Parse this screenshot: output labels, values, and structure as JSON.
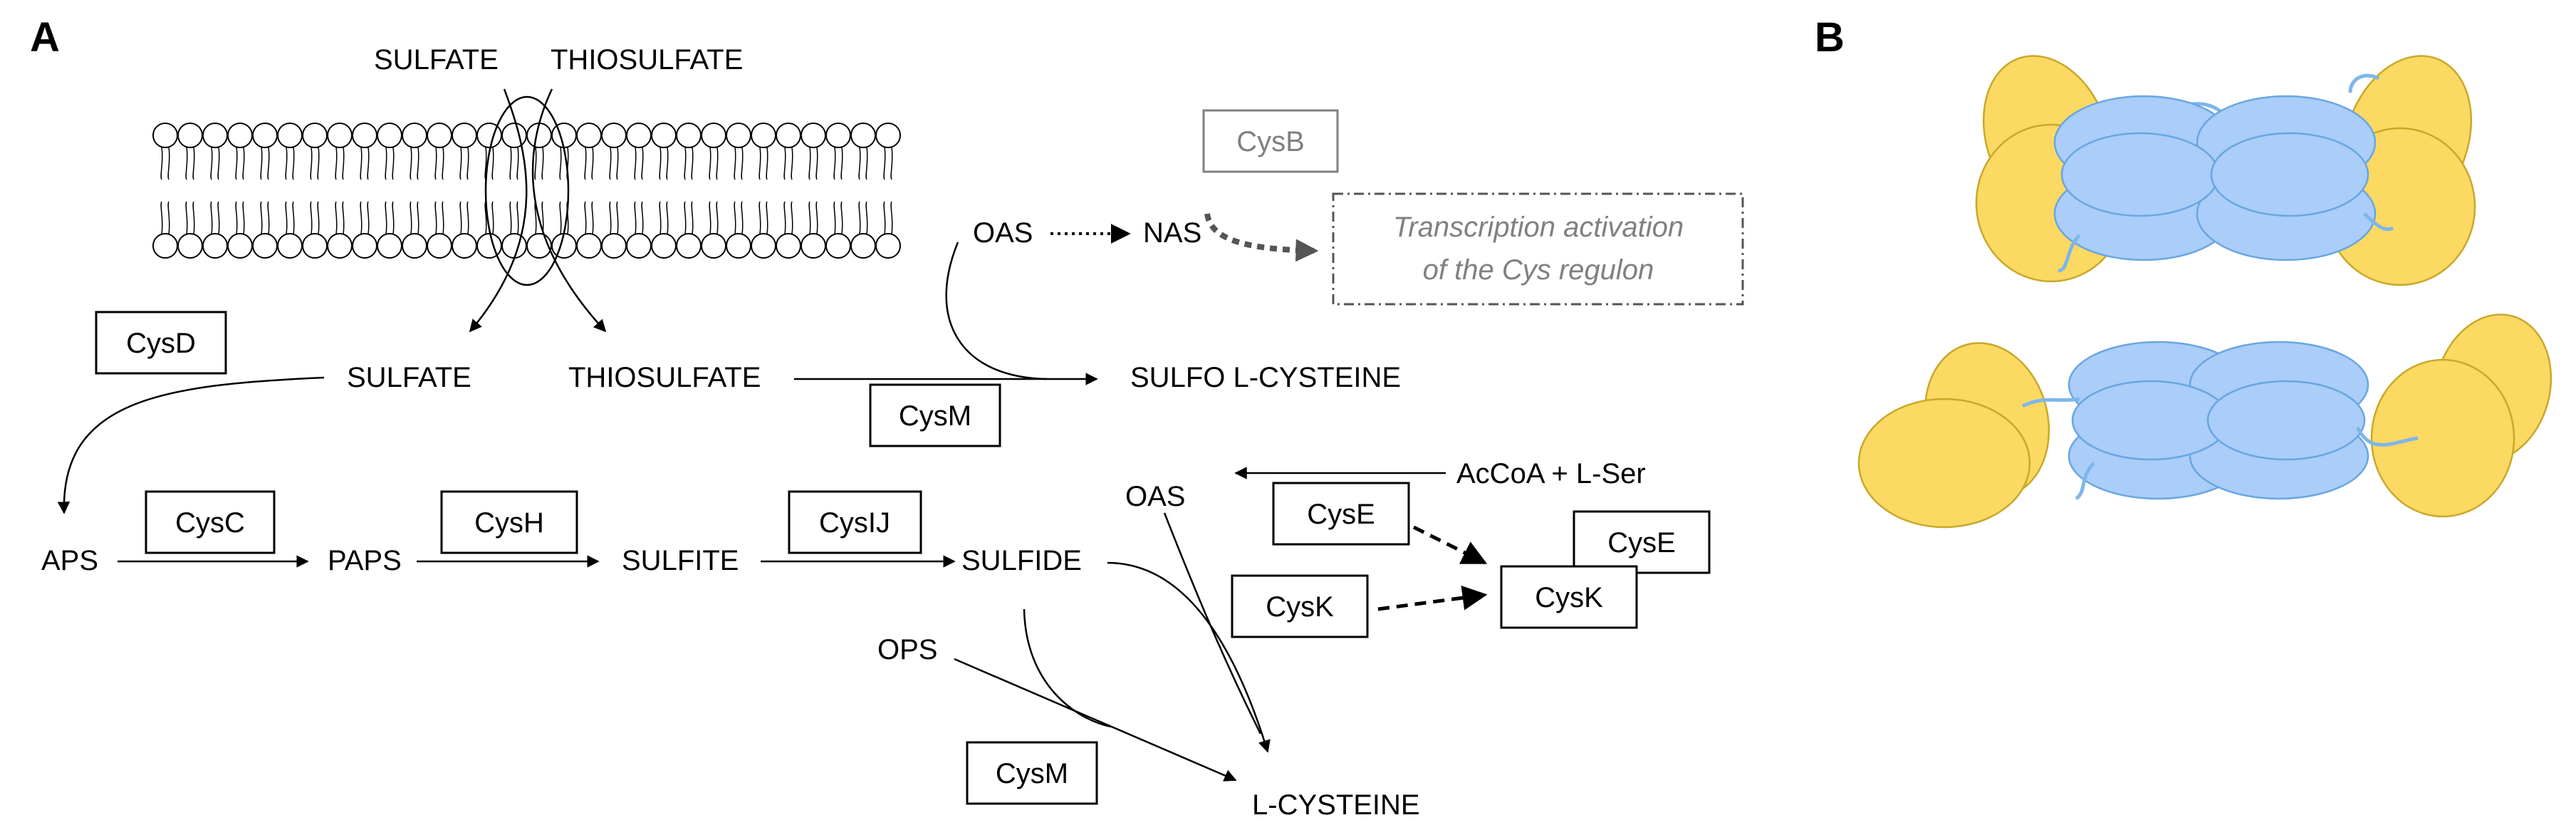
{
  "panels": {
    "a": "A",
    "b": "B"
  },
  "compounds": {
    "sulfate_out": "SULFATE",
    "thiosulfate_out": "THIOSULFATE",
    "sulfate_in": "SULFATE",
    "thiosulfate_in": "THIOSULFATE",
    "oas_top": "OAS",
    "nas": "NAS",
    "sulfo_cys": "SULFO L-CYSTEINE",
    "aps": "APS",
    "paps": "PAPS",
    "sulfite": "SULFITE",
    "sulfide": "SULFIDE",
    "oas_mid": "OAS",
    "acoa_ser": "AcCoA + L-Ser",
    "ops": "OPS",
    "l_cysteine": "L-CYSTEINE"
  },
  "enzymes": {
    "cysb": "CysB",
    "cysd": "CysD",
    "cysm_top": "CysM",
    "cysc": "CysC",
    "cysh": "CysH",
    "cysij": "CysIJ",
    "cyse": "CysE",
    "cysk": "CysK",
    "complex_cyse": "CysE",
    "complex_cysk": "CysK",
    "cysm_bottom": "CysM"
  },
  "regulon": {
    "line1": "Transcription activation",
    "line2": "of the Cys regulon"
  },
  "colors": {
    "cyse_subunit": "#fbd962",
    "cysk_subunit": "#aacdf9",
    "gray_text": "#808080"
  }
}
